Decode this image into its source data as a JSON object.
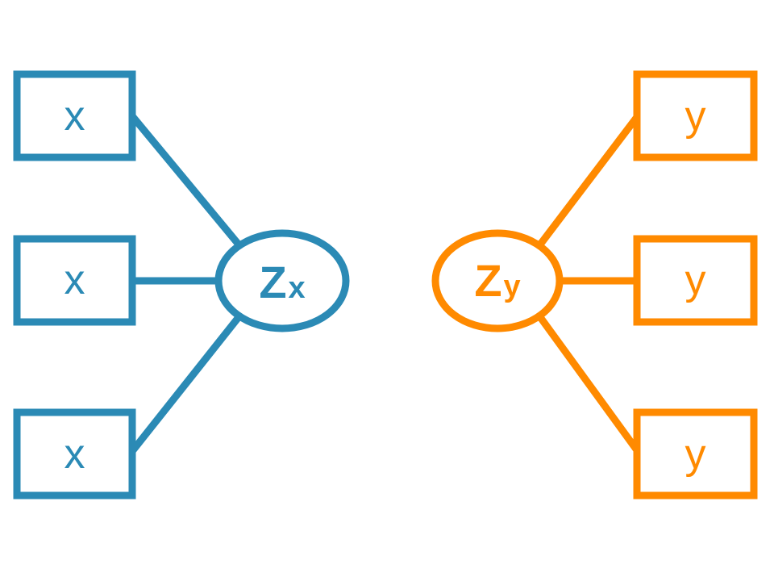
{
  "colors": {
    "x_group": "#2b8ab5",
    "y_group": "#ff8a00"
  },
  "left": {
    "latent": {
      "main": "Z",
      "sub": "x"
    },
    "observed": [
      {
        "label": "x"
      },
      {
        "label": "x"
      },
      {
        "label": "x"
      }
    ]
  },
  "right": {
    "latent": {
      "main": "Z",
      "sub": "y"
    },
    "observed": [
      {
        "label": "y"
      },
      {
        "label": "y"
      },
      {
        "label": "y"
      }
    ]
  }
}
